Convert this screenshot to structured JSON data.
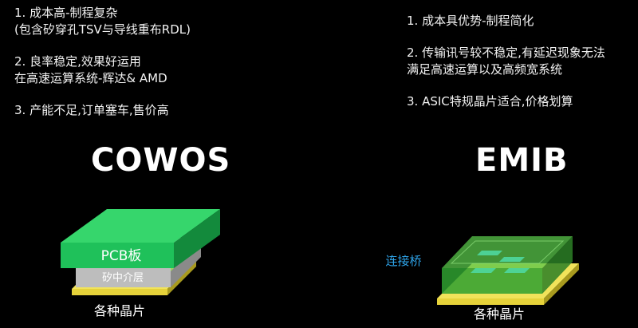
{
  "left_notes": [
    "1. 成本高-制程复杂",
    "(包含矽穿孔TSV与导线重布RDL)",
    "2. 良率稳定,效果好运用",
    "在高速运算系统-辉达& AMD",
    "3. 产能不足,订单塞车,售价高"
  ],
  "right_notes": [
    "1. 成本具优势-制程简化",
    "2. 传输讯号较不稳定,有延迟现象无法",
    "满足高速运算以及高频宽系统",
    "3. ASIC特规晶片适合,价格划算"
  ],
  "cowos": {
    "title": "COWOS",
    "pcb_label": "PCB板",
    "interposer_label": "矽中介层",
    "chips_label": "各种晶片"
  },
  "emib": {
    "title": "EMIB",
    "bridge_label": "连接桥",
    "chips_label": "各种晶片"
  },
  "colors": {
    "background": "#000000",
    "pcb_green": "#1fc15a",
    "interposer_gray": "#bdbdbd",
    "chip_yellow": "#e6d23a",
    "bridge_blue": "#2ea3e8",
    "emib_green": "#2fa030"
  }
}
